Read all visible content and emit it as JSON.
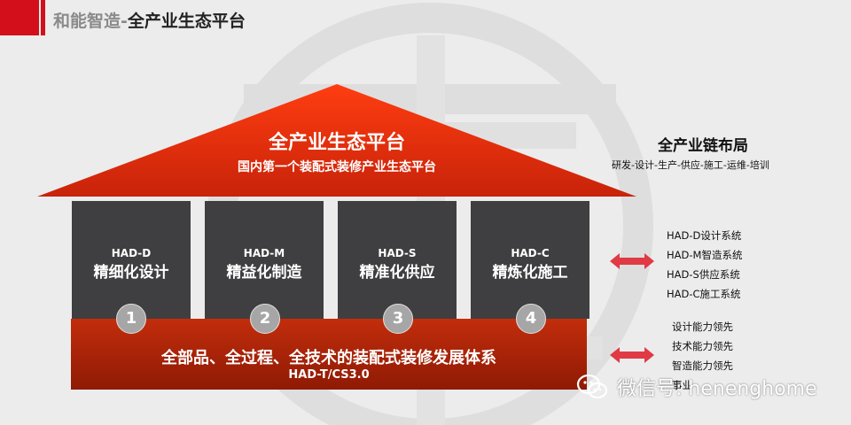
{
  "header": {
    "brand": "和能智造-",
    "title": "全产业生态平台"
  },
  "roof": {
    "title": "全产业生态平台",
    "subtitle": "国内第一个装配式装修产业生态平台"
  },
  "pillars": [
    {
      "code": "HAD-D",
      "name": "精细化设计",
      "num": "1"
    },
    {
      "code": "HAD-M",
      "name": "精益化制造",
      "num": "2"
    },
    {
      "code": "HAD-S",
      "name": "精准化供应",
      "num": "3"
    },
    {
      "code": "HAD-C",
      "name": "精炼化施工",
      "num": "4"
    }
  ],
  "base": {
    "title": "全部品、全过程、全技术的装配式装修发展体系",
    "subtitle": "HAD-T/CS3.0"
  },
  "chain": {
    "title": "全产业链布局",
    "subtitle": "研发-设计-生产-供应-施工-运维-培训"
  },
  "systems": [
    "HAD-D设计系统",
    "HAD-M智造系统",
    "HAD-S供应系统",
    "HAD-C施工系统"
  ],
  "capabilities": [
    "设计能力领先",
    "技术能力领先",
    "智造能力领先",
    "事业"
  ],
  "watermark": {
    "text": "微信号: henenghome"
  },
  "colors": {
    "accent_red": "#d40f1c",
    "roof_top": "#ff3b0f",
    "roof_bottom": "#c8230a",
    "pillar": "#3f3f41",
    "base": "#b4240a",
    "arrow": "#e03a45"
  }
}
